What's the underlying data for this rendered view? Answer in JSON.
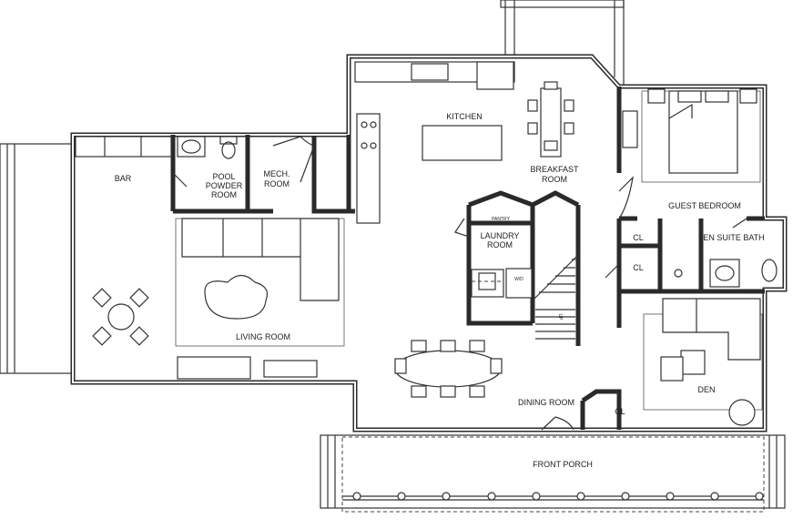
{
  "rooms": {
    "bar": "BAR",
    "pool_powder_1": "POOL",
    "pool_powder_2": "POWDER",
    "pool_powder_3": "ROOM",
    "mech_1": "MECH.",
    "mech_2": "ROOM",
    "kitchen": "KITCHEN",
    "breakfast_1": "BREAKFAST",
    "breakfast_2": "ROOM",
    "guest_bedroom": "GUEST BEDROOM",
    "pantry": "PANTRY",
    "laundry_1": "LAUNDRY",
    "laundry_2": "ROOM",
    "wd": "W/D",
    "closet_1": "CL",
    "closet_2": "CL",
    "en_suite": "EN SUITE BATH",
    "living": "LIVING ROOM",
    "dining": "DINING ROOM",
    "closet_3": "CL",
    "den": "DEN",
    "front_porch": "FRONT PORCH",
    "stair_up": "UP"
  }
}
